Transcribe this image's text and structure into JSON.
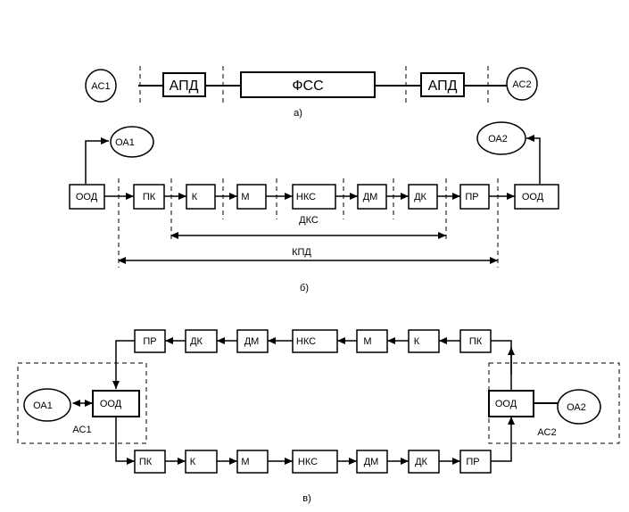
{
  "part_a": {
    "caption": "а)",
    "as1": "АС1",
    "apd1": "АПД",
    "fss": "ФСС",
    "apd2": "АПД",
    "as2": "АС2"
  },
  "part_b": {
    "caption": "б)",
    "oa1": "ОА1",
    "oa2": "ОА2",
    "ood1": "ООД",
    "pk": "ПК",
    "k": "К",
    "m": "М",
    "nks": "НКС",
    "dm": "ДМ",
    "dk": "ДК",
    "pr": "ПР",
    "ood2": "ООД",
    "dks_label": "ДКС",
    "kpd_label": "КПД"
  },
  "part_v": {
    "caption": "в)",
    "top": {
      "pr": "ПР",
      "dk": "ДК",
      "dm": "ДМ",
      "nks": "НКС",
      "m": "М",
      "k": "К",
      "pk": "ПК"
    },
    "bottom": {
      "pk": "ПК",
      "k": "К",
      "m": "М",
      "nks": "НКС",
      "dm": "ДМ",
      "dk": "ДК",
      "pr": "ПР"
    },
    "left": {
      "oa1": "ОА1",
      "ood": "ООД",
      "as1": "АС1"
    },
    "right": {
      "ood": "ООД",
      "oa2": "ОА2",
      "as2": "АС2"
    }
  }
}
